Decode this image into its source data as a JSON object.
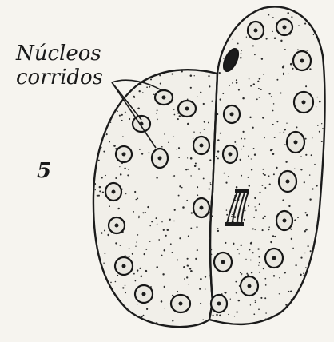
{
  "figure": {
    "label": "Núcleos corridos",
    "label_line1": "Núcleos",
    "label_line2": "corridos",
    "figure_number": "5"
  },
  "colors": {
    "background": "#f6f4ef",
    "ink": "#1b1b1b",
    "cell_fill": "#f1efe9"
  }
}
